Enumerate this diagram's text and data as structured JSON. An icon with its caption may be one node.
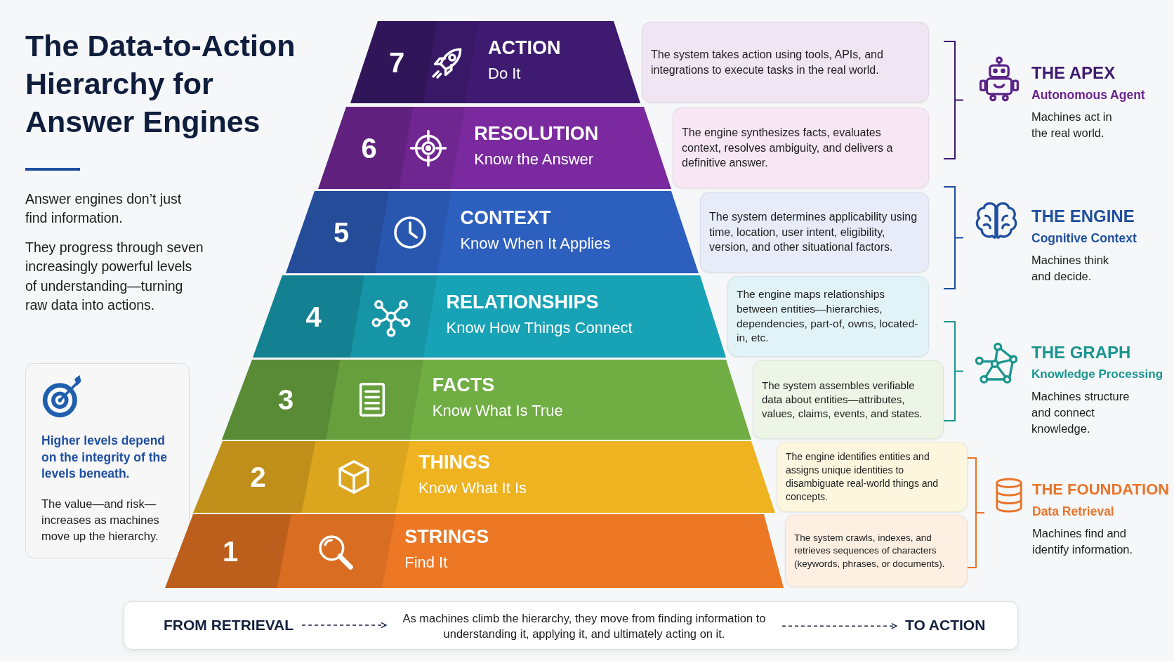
{
  "diagram": {
    "title": "The Data-to-Action Hierarchy for Answer Engines",
    "nodes": [
      {
        "text": [
          "7",
          "ACTION",
          "Do It"
        ]
      },
      {
        "text": [
          "The system takes action using tools, APIs, and integrations to execute tasks in the real world."
        ]
      },
      {
        "text": [
          "6",
          "RESOLUTION",
          "Know the Answer"
        ]
      },
      {
        "text": [
          "The engine synthesizes facts, evaluates context, resolves ambiguity, and delivers a definitive answer."
        ]
      },
      {
        "text": [
          "5",
          "CONTEXT",
          "Know When It Applies"
        ]
      },
      {
        "text": [
          "The system determines applicability using time, location, user intent, eligibility, version, and other situational factors."
        ]
      },
      {
        "text": [
          "4",
          "RELATIONSHIPS",
          "Know How Things Connect"
        ]
      },
      {
        "text": [
          "The engine maps relationships between entities—hierarchies, dependencies, part-of, owns, located-in, etc."
        ]
      },
      {
        "text": [
          "3",
          "FACTS",
          "Know What Is True"
        ]
      },
      {
        "text": [
          "The system assembles verifiable data about entities—attributes, values, claims, events, and states."
        ]
      },
      {
        "text": [
          "2",
          "THINGS",
          "Know What It Is"
        ]
      },
      {
        "text": [
          "The engine identifies entities and assigns unique identities to disambiguate real-world things and concepts."
        ]
      },
      {
        "text": [
          "1",
          "STRINGS",
          "Find It"
        ]
      },
      {
        "text": [
          "The system crawls, indexes, and retrieves sequences of characters (keywords, phrases, or documents)."
        ]
      },
      {
        "text": [
          "Higher levels depend on the integrity of the levels beneath.",
          "The value—and risk—increases as machines move up the hierarchy."
        ]
      },
      {
        "text": [],
        "shape": "box"
      },
      {
        "text": [
          "FROM RETRIEVAL"
        ],
        "in": 15
      },
      {
        "text": [
          "As machines climb the hierarchy, they move from finding information to understanding it, applying it, and ultimately acting on it."
        ],
        "in": 15
      },
      {
        "text": [
          "TO ACTION"
        ],
        "in": 15
      }
    ],
    "edges": [
      {
        "from": 16,
        "to": 17,
        "arrow": "to",
        "style": "dashed"
      },
      {
        "from": 17,
        "to": 18,
        "arrow": "to",
        "style": "dashed"
      }
    ],
    "labels": [
      "Answer engines don’t just find information.",
      "They progress through seven increasingly powerful levels of understanding—turning raw data into actions.",
      "THE APEX",
      "Autonomous Agent",
      "Machines act in the real world.",
      "THE ENGINE",
      "Cognitive Context",
      "Machines think and decide.",
      "THE GRAPH",
      "Knowledge Processing",
      "Machines structure and connect knowledge.",
      "THE FOUNDATION",
      "Data Retrieval",
      "Machines find and identify information."
    ]
  }
}
